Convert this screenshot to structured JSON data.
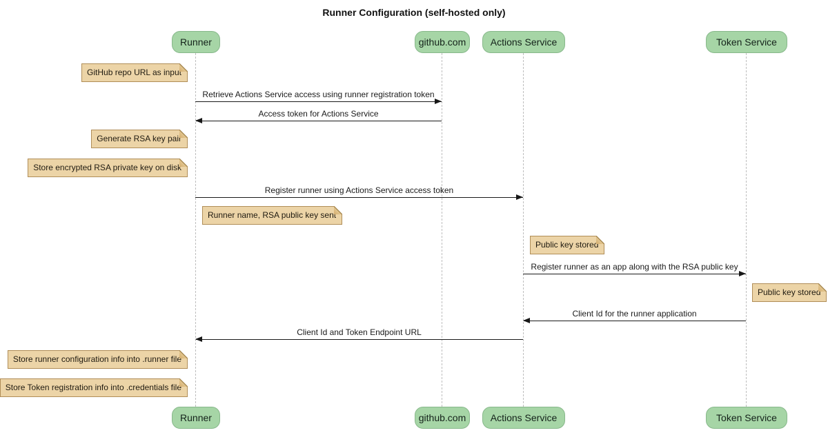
{
  "title": "Runner Configuration (self-hosted only)",
  "participants": [
    {
      "label": "Runner"
    },
    {
      "label": "github.com"
    },
    {
      "label": "Actions Service"
    },
    {
      "label": "Token Service"
    }
  ],
  "messages": [
    {
      "text": "Retrieve Actions Service access using runner registration token",
      "from": "Runner",
      "to": "github.com",
      "direction": "right"
    },
    {
      "text": "Access token for Actions Service",
      "from": "github.com",
      "to": "Runner",
      "direction": "left"
    },
    {
      "text": "Register runner using Actions Service access token",
      "from": "Runner",
      "to": "Actions Service",
      "direction": "right"
    },
    {
      "text": "Register runner as an app along with the RSA public key",
      "from": "Actions Service",
      "to": "Token Service",
      "direction": "right"
    },
    {
      "text": "Client Id for the runner application",
      "from": "Token Service",
      "to": "Actions Service",
      "direction": "left"
    },
    {
      "text": "Client Id and Token Endpoint URL",
      "from": "Actions Service",
      "to": "Runner",
      "direction": "left"
    }
  ],
  "notes": [
    {
      "text": "GitHub repo URL as input",
      "position": "left of Runner"
    },
    {
      "text": "Generate RSA key pair",
      "position": "left of Runner"
    },
    {
      "text": "Store encrypted RSA private key on disk",
      "position": "left of Runner"
    },
    {
      "text": "Runner name, RSA public key sent",
      "position": "right of Runner"
    },
    {
      "text": "Public key stored",
      "position": "right of Actions Service"
    },
    {
      "text": "Public key stored",
      "position": "right of Token Service"
    },
    {
      "text": "Store runner configuration info into .runner file",
      "position": "left of Runner"
    },
    {
      "text": "Store Token registration info into .credentials file",
      "position": "left of Runner"
    }
  ],
  "colors": {
    "participant_fill": "#a6d5a6",
    "participant_border": "#87b88a",
    "note_fill": "#ecd4a7",
    "note_border": "#b08d57",
    "lifeline": "#bdbdbd",
    "arrow": "#181818",
    "title_text": "#111111"
  }
}
